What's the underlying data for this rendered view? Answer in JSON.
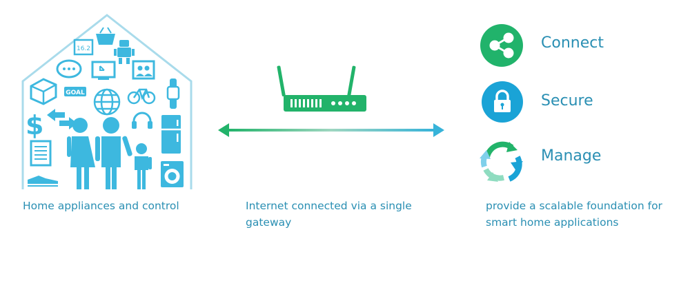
{
  "home": {
    "caption": "Home appliances and control",
    "goal_badge": "GOAL",
    "display_badge": "16.2",
    "dollar_symbol": "$"
  },
  "gateway": {
    "caption": "Internet connected via a single gateway"
  },
  "features": {
    "items": [
      {
        "label": "Connect",
        "icon": "share-icon",
        "color": "#21b36b"
      },
      {
        "label": "Secure",
        "icon": "lock-icon",
        "color": "#1aa3d6"
      },
      {
        "label": "Manage",
        "icon": "cycle-arrows-icon",
        "color": "#21b36b"
      }
    ],
    "caption": "provide  a  scalable foundation for smart home applications"
  },
  "colors": {
    "teal": "#37b3d9",
    "green": "#22b36a",
    "text": "#2a8fb3"
  }
}
